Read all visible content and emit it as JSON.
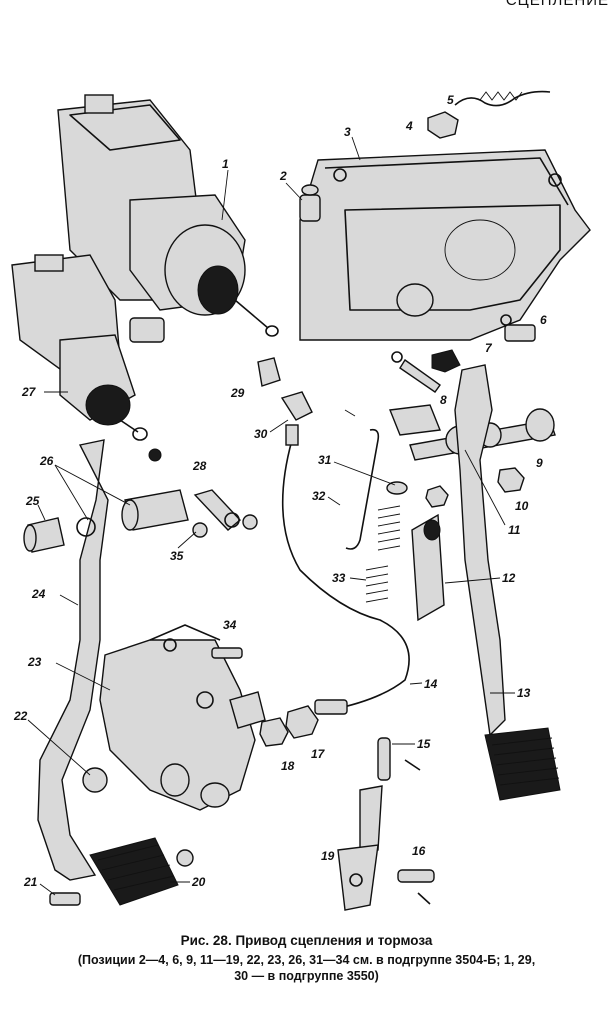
{
  "header": "СЦЕПЛЕНИЕ",
  "caption": {
    "title": "Рис. 28. Привод сцепления и тормоза",
    "line1": "(Позиции 2—4, 6, 9, 11—19, 22, 23, 26, 31—34 см. в подгруппе 3504-Б; 1, 29,",
    "line2": "30 — в подгруппе 3550)"
  },
  "callouts": {
    "c1": "1",
    "c2": "2",
    "c3": "3",
    "c4": "4",
    "c5": "5",
    "c6": "6",
    "c7": "7",
    "c8": "8",
    "c9": "9",
    "c10": "10",
    "c11": "11",
    "c12": "12",
    "c13": "13",
    "c14": "14",
    "c15": "15",
    "c16": "16",
    "c17": "17",
    "c18": "18",
    "c19": "19",
    "c20": "20",
    "c21": "21",
    "c22": "22",
    "c23": "23",
    "c24": "24",
    "c25": "25",
    "c26": "26",
    "c27": "27",
    "c28": "28",
    "c29": "29",
    "c30": "30",
    "c31": "31",
    "c32": "32",
    "c33": "33",
    "c34": "34",
    "c35": "35"
  }
}
